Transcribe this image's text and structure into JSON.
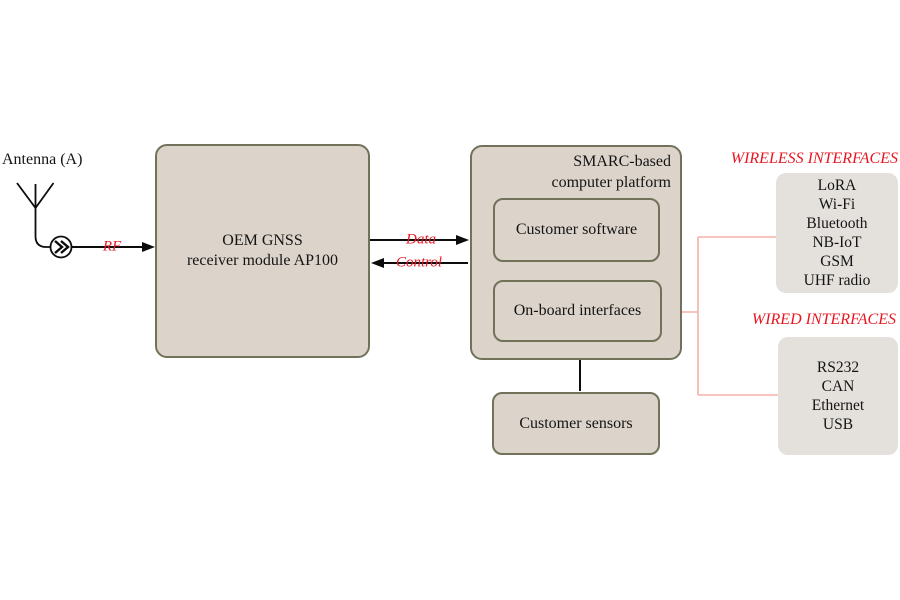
{
  "antenna": {
    "label": "Antenna (A)"
  },
  "links": {
    "rf": "RF",
    "data": "Data",
    "control": "Control"
  },
  "oem_box": {
    "line1": "OEM GNSS",
    "line2": "receiver module AP100"
  },
  "smarc": {
    "title_line1": "SMARC-based",
    "title_line2": "computer platform",
    "software_label": "Customer software",
    "interfaces_label": "On-board interfaces"
  },
  "sensors": {
    "label": "Customer sensors"
  },
  "wireless": {
    "title": "WIRELESS INTERFACES",
    "items": [
      "LoRA",
      "Wi-Fi",
      "Bluetooth",
      "NB-IoT",
      "GSM",
      "UHF radio"
    ]
  },
  "wired": {
    "title": "WIRED INTERFACES",
    "items": [
      "RS232",
      "CAN",
      "Ethernet",
      "USB"
    ]
  },
  "colors": {
    "accent_red": "#e81722",
    "connector_pink": "#f5b1aa",
    "box_fill": "#dcd4cb",
    "box_border": "#72725a",
    "panel_fill": "#e4e1dd"
  }
}
